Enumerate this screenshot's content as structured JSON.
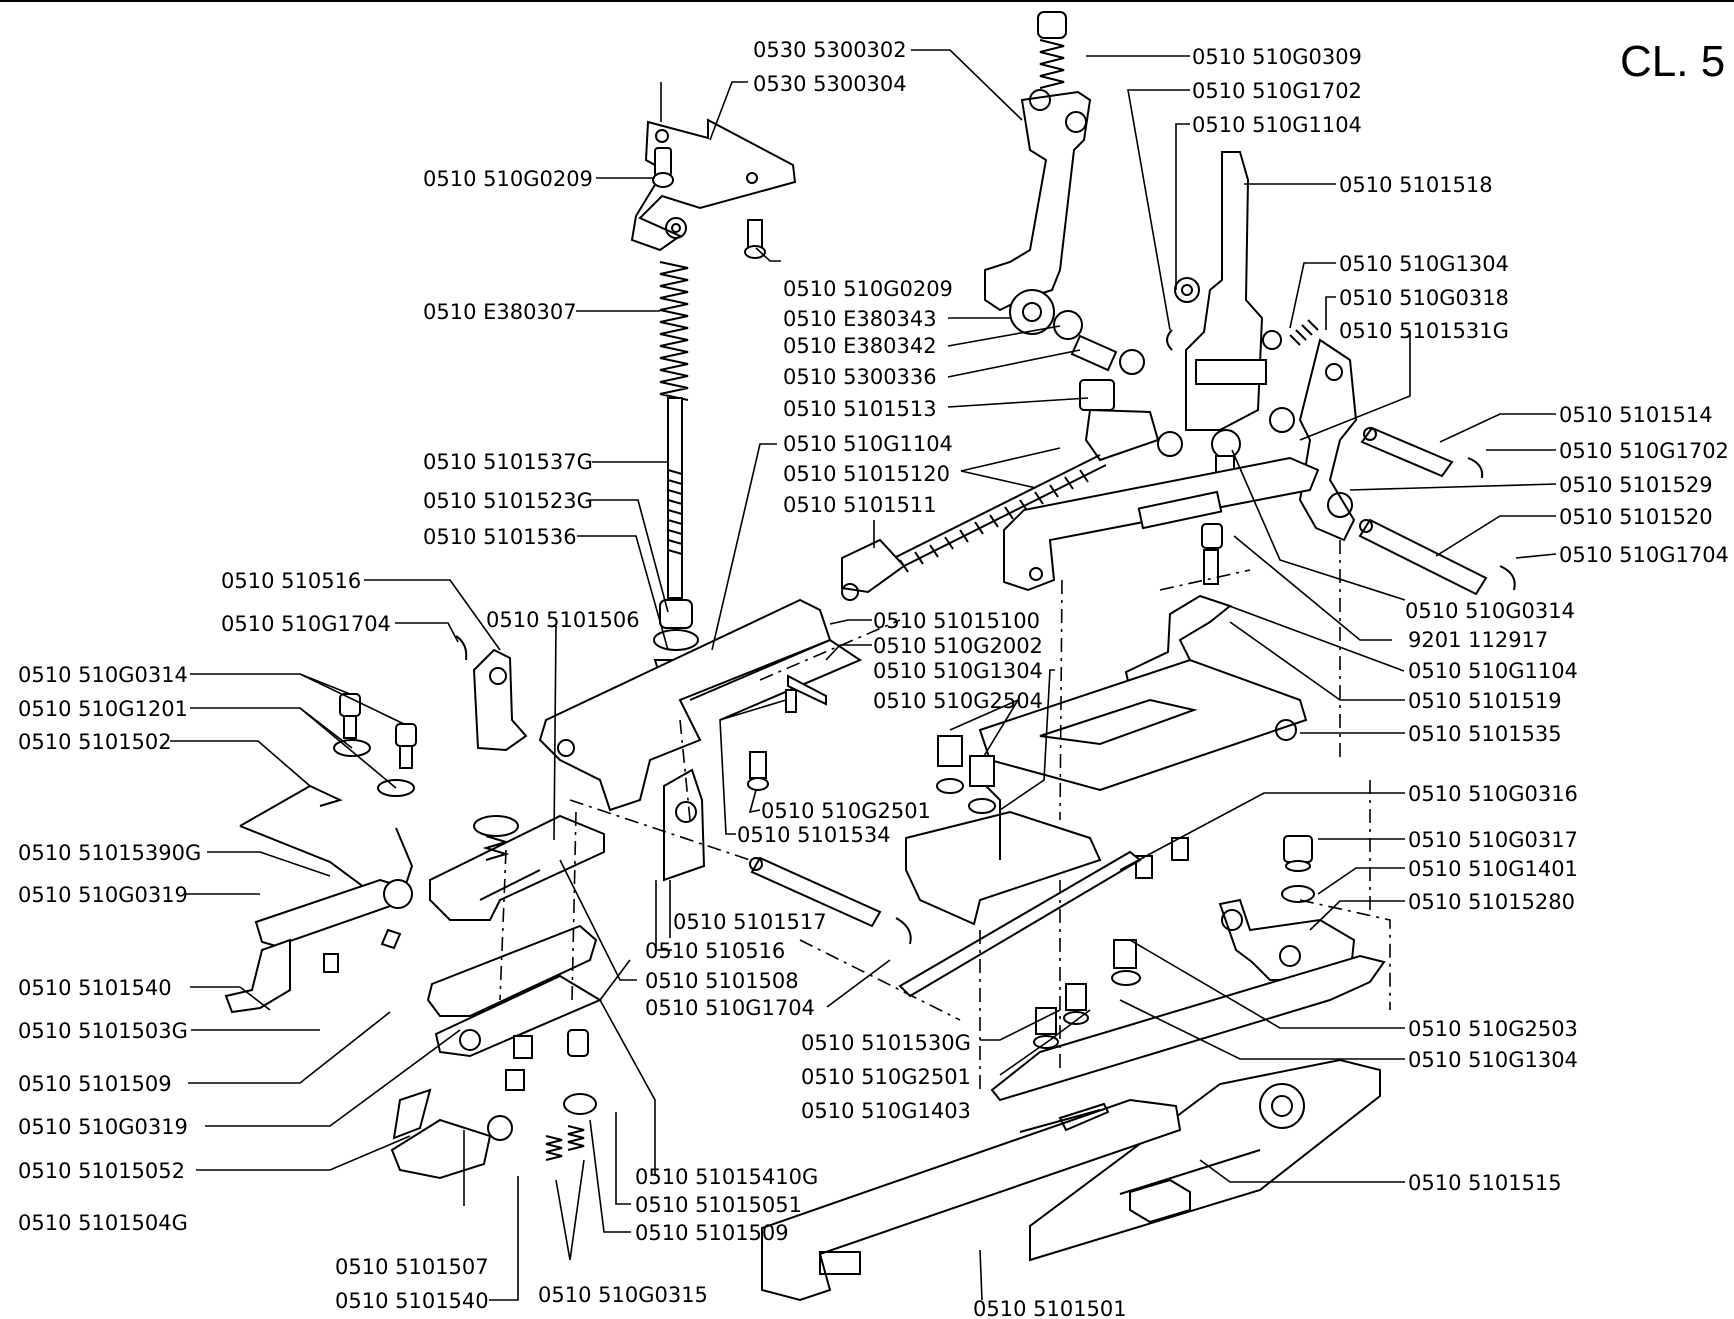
{
  "page_label": "CL. 5",
  "labels": [
    "0530 5300302",
    "0530 5300304",
    "0510 510G0209",
    "0510 510G0209",
    "0510 E380307",
    "0510 E380343",
    "0510 E380342",
    "0510 5300336",
    "0510 5101513",
    "0510 5101537G",
    "0510 510G1104",
    "0510 51015120",
    "0510 5101523G",
    "0510 5101511",
    "0510 5101536",
    "0510 510516",
    "0510 5101506",
    "0510 510G1704",
    "0510 51015100",
    "0510 510G2002",
    "0510 510G0314",
    "0510 510G1304",
    "0510 510G1201",
    "0510 510G2504",
    "0510 5101502",
    "0510 51015390G",
    "0510 510G2501",
    "0510 5101534",
    "0510 510G0319",
    "0510 5101517",
    "0510 510516",
    "0510 5101540",
    "0510 5101508",
    "0510 5101503G",
    "0510 510G1704",
    "0510 5101530G",
    "0510 5101509",
    "0510 510G2501",
    "0510 510G0319",
    "0510 510G1403",
    "0510 51015052",
    "0510 51015410G",
    "0510 51015051",
    "0510 5101504G",
    "0510 5101509",
    "0510 5101507",
    "0510 5101540",
    "0510 510G0315",
    "0510 5101501",
    "0510 510G0309",
    "0510 510G1702",
    "0510 510G1104",
    "0510 5101518",
    "0510 510G1304",
    "0510 510G0318",
    "0510 5101531G",
    "0510 5101514",
    "0510 510G1702",
    "0510 5101529",
    "0510 5101520",
    "0510 510G1704",
    "0510 510G0314",
    "9201 112917",
    "0510 510G1104",
    "0510 5101519",
    "0510 5101535",
    "0510 510G0316",
    "0510 510G0317",
    "0510 510G1401",
    "0510 51015280",
    "0510 510G2503",
    "0510 510G1304",
    "0510 5101515"
  ]
}
